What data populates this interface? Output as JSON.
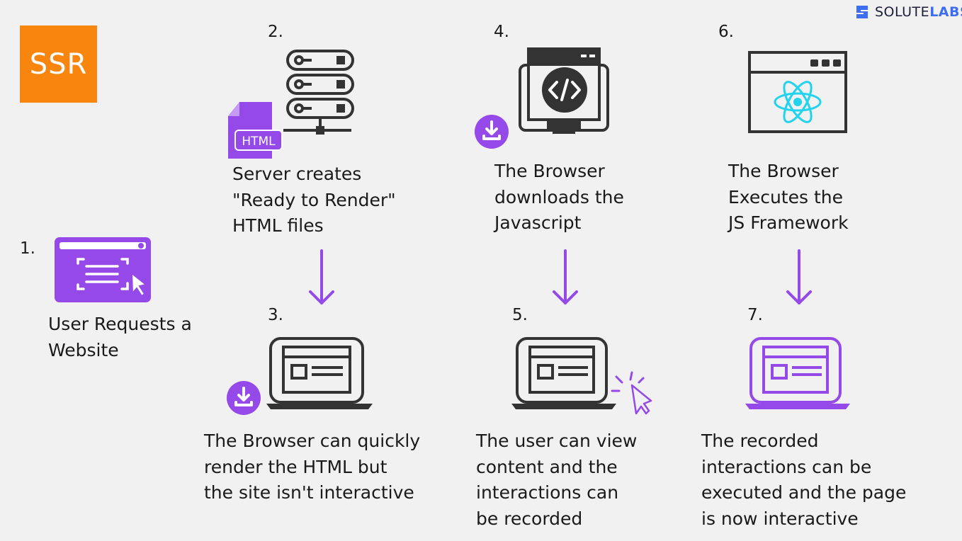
{
  "brand": {
    "name_prefix": "SOLUTE",
    "name_suffix": "LABS",
    "accent": "#3d6df2"
  },
  "badge": {
    "label": "SSR",
    "color": "#f8860e"
  },
  "colors": {
    "purple": "#9549e8",
    "dark": "#333333",
    "react": "#22d3ee"
  },
  "steps": [
    {
      "num": "1.",
      "caption_lines": [
        "User Requests a",
        "Website"
      ],
      "icon": "browser-select-cursor-icon"
    },
    {
      "num": "2.",
      "caption_lines": [
        "Server creates",
        "\"Ready to Render\"",
        "HTML files"
      ],
      "icon": "server-stack-icon",
      "file_label": "HTML"
    },
    {
      "num": "3.",
      "caption_lines": [
        "The Browser can quickly",
        "render the HTML but",
        "the site isn't interactive"
      ],
      "icon": "laptop-icon"
    },
    {
      "num": "4.",
      "caption_lines": [
        "The Browser",
        "downloads the",
        "Javascript"
      ],
      "icon": "code-monitor-icon"
    },
    {
      "num": "5.",
      "caption_lines": [
        "The user can view",
        "content and the",
        "interactions can",
        "be recorded"
      ],
      "icon": "laptop-icon"
    },
    {
      "num": "6.",
      "caption_lines": [
        "The Browser",
        "Executes the",
        "JS Framework"
      ],
      "icon": "react-window-icon"
    },
    {
      "num": "7.",
      "caption_lines": [
        "The recorded",
        "interactions can be",
        "executed and the page",
        "is now interactive"
      ],
      "icon": "laptop-icon"
    }
  ]
}
